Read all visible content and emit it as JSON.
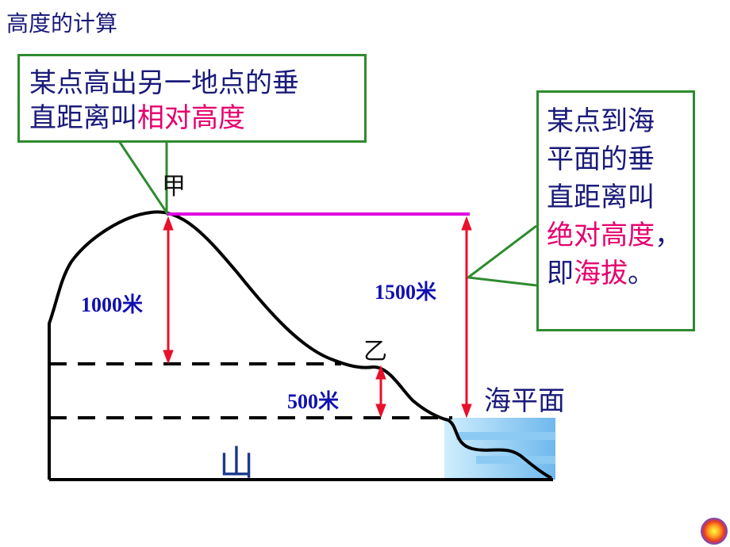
{
  "title": "高度的计算",
  "callout_left": {
    "line1": "某点高出另一地点的垂",
    "line2_prefix": "直距离叫",
    "line2_highlight": "相对高度"
  },
  "callout_right": {
    "line1": "某点到海",
    "line2": "平面的垂",
    "line3": "直距离叫",
    "line4_highlight": "绝对高度",
    "line4_suffix": "，",
    "line5_prefix": "即",
    "line5_highlight": "海拔",
    "line5_suffix": "。"
  },
  "points": {
    "jia": "甲",
    "yi": "乙"
  },
  "measurements": {
    "relative_a": "1000米",
    "absolute": "1500米",
    "relative_b": "500米"
  },
  "labels": {
    "sea_level": "海平面",
    "mountain": "山"
  },
  "colors": {
    "outline": "#000000",
    "arrow": "#e8102a",
    "top_line": "#e000e0",
    "callout_border": "#2e8b2e",
    "highlight": "#e6006e",
    "water": "#a8d8f0"
  }
}
